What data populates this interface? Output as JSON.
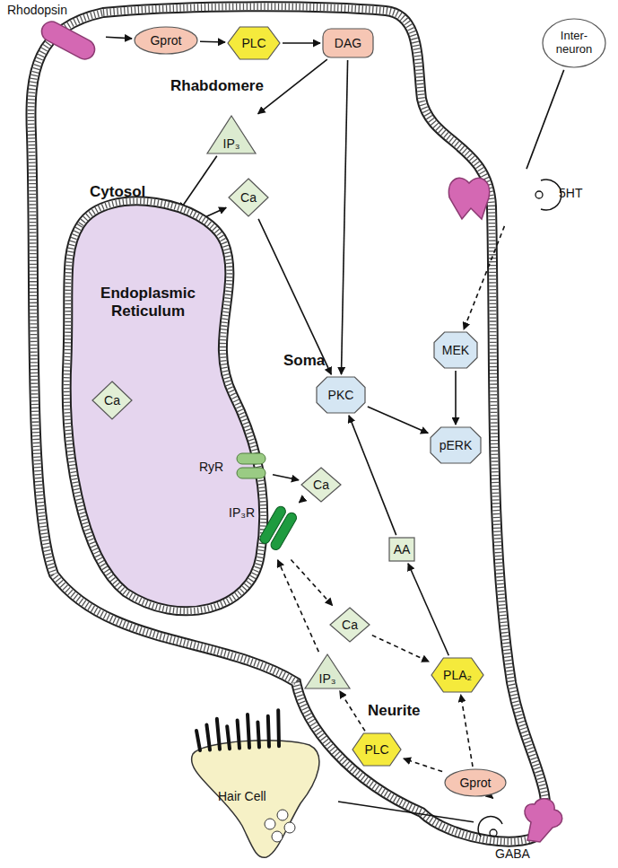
{
  "diagram": {
    "nodes": [
      {
        "text": [
          "Rhodopsin"
        ]
      },
      {
        "text": [
          "Gprot"
        ]
      },
      {
        "text": [
          "PLC"
        ]
      },
      {
        "text": [
          "DAG"
        ]
      },
      {
        "text": [
          "IP₃"
        ]
      },
      {
        "text": [
          "Inter-neuron"
        ]
      },
      {
        "text": [
          "5HT"
        ]
      },
      {
        "text": [
          "IP₃R"
        ]
      },
      {
        "text": [
          "Ca"
        ]
      },
      {
        "text": [
          "PKC"
        ]
      },
      {
        "text": [
          "MEK"
        ]
      },
      {
        "text": [
          "pERK"
        ]
      },
      {
        "text": [
          "Endoplasmic Reticulum"
        ]
      },
      {
        "text": [
          "Ca"
        ],
        "in": 12
      },
      {
        "text": [
          "RyR"
        ]
      },
      {
        "text": [
          "Ca"
        ]
      },
      {
        "text": [
          "IP₃R"
        ]
      },
      {
        "text": [
          "AA"
        ]
      },
      {
        "text": [
          "Ca"
        ]
      },
      {
        "text": [
          "PLA₂"
        ]
      },
      {
        "text": [
          "IP₃"
        ]
      },
      {
        "text": [
          "PLC"
        ]
      },
      {
        "text": [
          "Gprot"
        ]
      },
      {
        "text": [
          "Hair Cell"
        ]
      },
      {
        "text": [
          "GABA"
        ]
      }
    ],
    "edges": [
      {
        "from": 0,
        "to": 1,
        "arrow": "to"
      },
      {
        "from": 1,
        "to": 2,
        "arrow": "to"
      },
      {
        "from": 2,
        "to": 3,
        "arrow": "to"
      },
      {
        "from": 3,
        "to": 4,
        "arrow": "to"
      },
      {
        "from": 3,
        "to": 9,
        "arrow": "to"
      },
      {
        "from": 4,
        "to": 7,
        "arrow": "to"
      },
      {
        "from": 7,
        "to": 8,
        "arrow": "to"
      },
      {
        "from": 8,
        "to": 9,
        "arrow": "to"
      },
      {
        "from": 5,
        "to": 6,
        "arrow": "none"
      },
      {
        "from": 6,
        "to": 10,
        "arrow": "to"
      },
      {
        "from": 10,
        "to": 11,
        "arrow": "to"
      },
      {
        "from": 9,
        "to": 11,
        "arrow": "to"
      },
      {
        "from": 14,
        "to": 15,
        "arrow": "to"
      },
      {
        "from": 16,
        "to": 15,
        "arrow": "to"
      },
      {
        "from": 16,
        "to": 18,
        "arrow": "to"
      },
      {
        "from": 18,
        "to": 19,
        "arrow": "to"
      },
      {
        "from": 19,
        "to": 17,
        "arrow": "to"
      },
      {
        "from": 17,
        "to": 9,
        "arrow": "to"
      },
      {
        "from": 20,
        "to": 16,
        "arrow": "to"
      },
      {
        "from": 21,
        "to": 20,
        "arrow": "to"
      },
      {
        "from": 22,
        "to": 21,
        "arrow": "to"
      },
      {
        "from": 22,
        "to": 19,
        "arrow": "to"
      },
      {
        "from": 24,
        "to": 22,
        "arrow": "to"
      },
      {
        "from": 23,
        "to": 24,
        "arrow": "none"
      }
    ],
    "labels": [
      "Rhabdomere",
      "Cytosol",
      "Soma",
      "Neurite"
    ]
  }
}
